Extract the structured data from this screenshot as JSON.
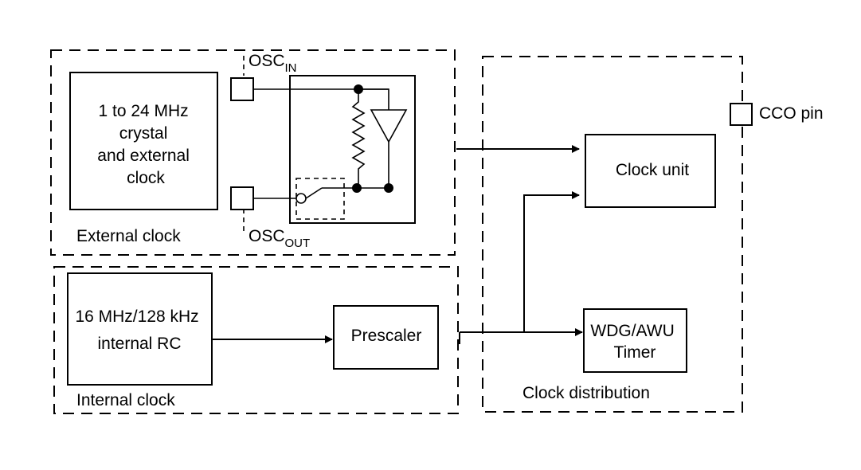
{
  "external_clock": {
    "block_label_lines": [
      "1 to 24 MHz",
      "crystal",
      "and external",
      "clock"
    ],
    "group_label": "External clock",
    "osc_in": {
      "main": "OSC",
      "sub": "IN"
    },
    "osc_out": {
      "main": "OSC",
      "sub": "OUT"
    }
  },
  "internal_clock": {
    "block_label_lines": [
      "16 MHz/128 kHz",
      "internal RC"
    ],
    "group_label": "Internal clock",
    "prescaler_label": "Prescaler"
  },
  "clock_distribution": {
    "group_label": "Clock distribution",
    "clock_unit_label": "Clock unit",
    "wdg_label_lines": [
      "WDG/AWU",
      "Timer"
    ],
    "cco_pin_label": "CCO pin"
  }
}
